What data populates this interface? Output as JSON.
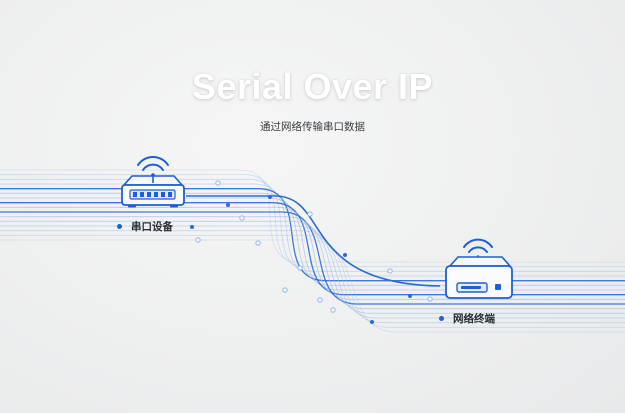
{
  "title": "Serial Over IP",
  "subtitle": "通过网络传输串口数据",
  "nodes": {
    "serial_device": {
      "label": "串口设备",
      "icon": "router-device-icon"
    },
    "network_terminal": {
      "label": "网络终端",
      "icon": "network-terminal-icon"
    }
  },
  "colors": {
    "accent": "#1d5fd6",
    "line": "#9fbbe6",
    "line_strong": "#2b6ad9",
    "background": "#eeefef"
  }
}
